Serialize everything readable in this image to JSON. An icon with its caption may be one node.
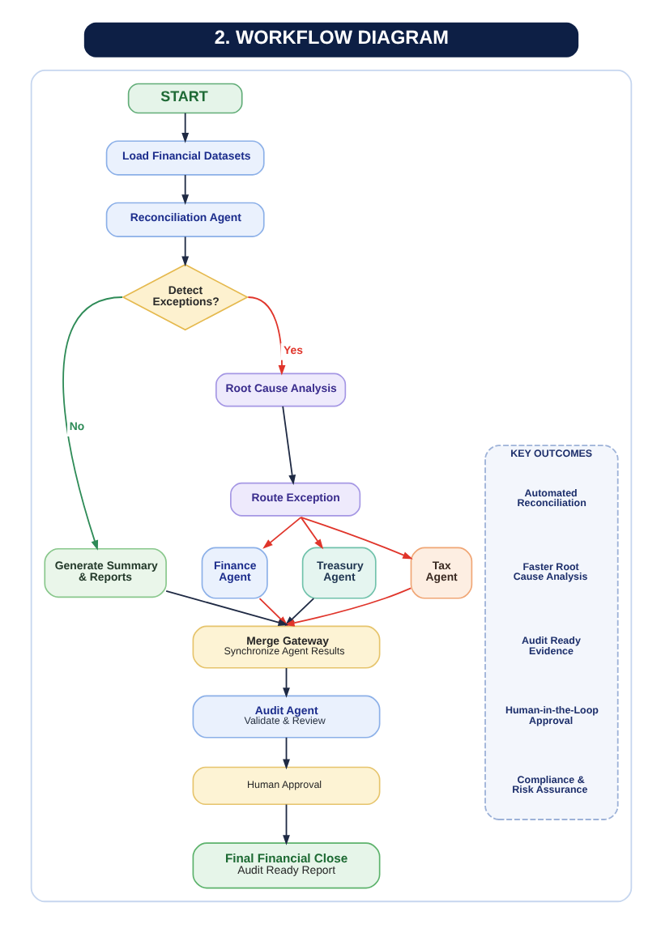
{
  "diagram": {
    "title": "2. WORKFLOW DIAGRAM",
    "nodes": [
      {
        "text": [],
        "shape": "box"
      },
      {
        "text": [
          "START"
        ],
        "in": 0
      },
      {
        "text": [
          "Load Financial Datasets"
        ],
        "in": 0
      },
      {
        "text": [
          "Reconciliation Agent"
        ],
        "in": 0
      },
      {
        "text": [
          "Detect Exceptions?"
        ],
        "in": 0
      },
      {
        "text": [
          "Root Cause Analysis"
        ],
        "in": 0
      },
      {
        "text": [
          "Route Exception"
        ],
        "in": 0
      },
      {
        "text": [
          "Finance Agent"
        ],
        "in": 0
      },
      {
        "text": [
          "Treasury Agent"
        ],
        "in": 0
      },
      {
        "text": [
          "Tax Agent"
        ],
        "in": 0
      },
      {
        "text": [
          "Generate Summary & Reports"
        ],
        "in": 0
      },
      {
        "text": [
          "Merge Gateway",
          "Synchronize Agent Results"
        ],
        "in": 0
      },
      {
        "text": [
          "Audit Agent",
          "Validate & Review"
        ],
        "in": 0
      },
      {
        "text": [
          "Human Approval"
        ],
        "in": 0
      },
      {
        "text": [
          "Final Financial Close",
          "Audit Ready Report"
        ],
        "in": 0
      },
      {
        "text": [
          "KEY OUTCOMES"
        ],
        "in": 0
      },
      {
        "text": [
          "Automated Reconciliation"
        ],
        "in": 15
      },
      {
        "text": [
          "Faster Root Cause Analysis"
        ],
        "in": 15
      },
      {
        "text": [
          "Audit Ready Evidence"
        ],
        "in": 15
      },
      {
        "text": [
          "Human-in-the-Loop Approval"
        ],
        "in": 15
      },
      {
        "text": [
          "Compliance & Risk Assurance"
        ],
        "in": 15
      }
    ],
    "edges": [
      {
        "from": 1,
        "to": 2,
        "arrow": "to"
      },
      {
        "from": 2,
        "to": 3,
        "arrow": "to"
      },
      {
        "from": 3,
        "to": 4,
        "arrow": "to"
      },
      {
        "from": 4,
        "to": 10,
        "arrow": "to",
        "label": "No",
        "color": "#2e8b57"
      },
      {
        "from": 4,
        "to": 5,
        "arrow": "to",
        "label": "Yes",
        "color": "#e0352b"
      },
      {
        "from": 5,
        "to": 6,
        "arrow": "to"
      },
      {
        "from": 6,
        "to": 7,
        "arrow": "to",
        "color": "#e0352b"
      },
      {
        "from": 6,
        "to": 8,
        "arrow": "to",
        "color": "#e0352b"
      },
      {
        "from": 6,
        "to": 9,
        "arrow": "to",
        "color": "#e0352b"
      },
      {
        "from": 10,
        "to": 11,
        "arrow": "to"
      },
      {
        "from": 7,
        "to": 11,
        "arrow": "to",
        "color": "#e0352b"
      },
      {
        "from": 8,
        "to": 11,
        "arrow": "to"
      },
      {
        "from": 9,
        "to": 11,
        "arrow": "to",
        "color": "#e0352b"
      },
      {
        "from": 11,
        "to": 12,
        "arrow": "to"
      },
      {
        "from": 12,
        "to": 13,
        "arrow": "to"
      },
      {
        "from": 13,
        "to": 14,
        "arrow": "to"
      }
    ]
  }
}
